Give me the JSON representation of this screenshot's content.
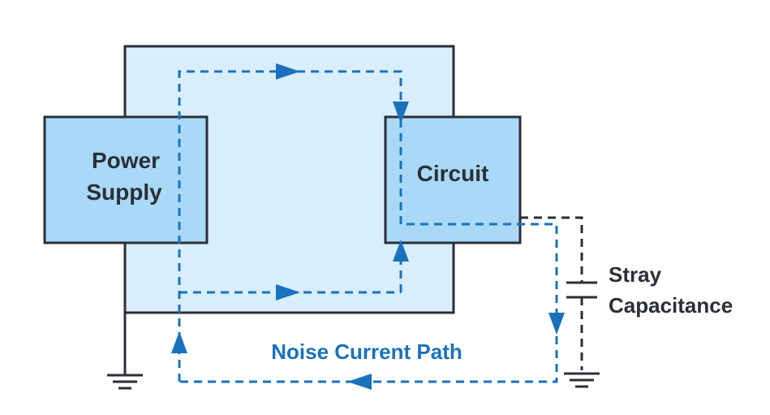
{
  "labels": {
    "power_supply_line1": "Power",
    "power_supply_line2": "Supply",
    "circuit": "Circuit",
    "stray_line1": "Stray",
    "stray_line2": "Capacitance",
    "noise_path": "Noise Current Path"
  },
  "colors": {
    "board_fill": "#d9eefb",
    "block_fill": "#a9d9f6",
    "outline": "#2b2f36",
    "path_blue": "#1a72bd",
    "ground": "#2b2f36"
  }
}
